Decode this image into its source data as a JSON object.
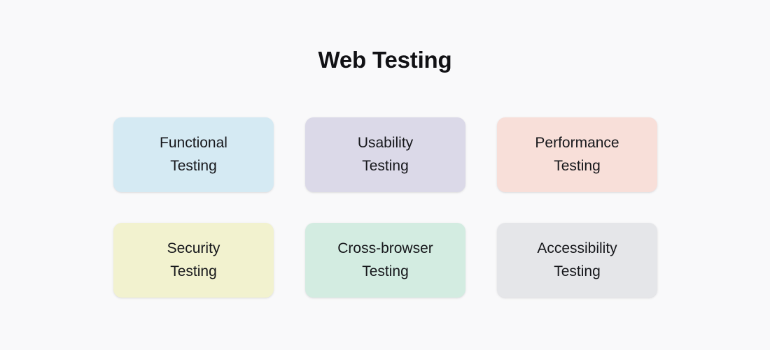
{
  "page": {
    "title": "Web Testing",
    "background_color": "#f9f9fa",
    "title_color": "#111114"
  },
  "cards": [
    {
      "label": "Functional\nTesting",
      "name": "functional-testing",
      "color": "#d5eaf3"
    },
    {
      "label": "Usability\nTesting",
      "name": "usability-testing",
      "color": "#dbd9e8"
    },
    {
      "label": "Performance\nTesting",
      "name": "performance-testing",
      "color": "#f8dfd9"
    },
    {
      "label": "Security\nTesting",
      "name": "security-testing",
      "color": "#f2f2cf"
    },
    {
      "label": "Cross-browser\nTesting",
      "name": "cross-browser-testing",
      "color": "#d3ece1"
    },
    {
      "label": "Accessibility\nTesting",
      "name": "accessibility-testing",
      "color": "#e5e6e9"
    }
  ]
}
